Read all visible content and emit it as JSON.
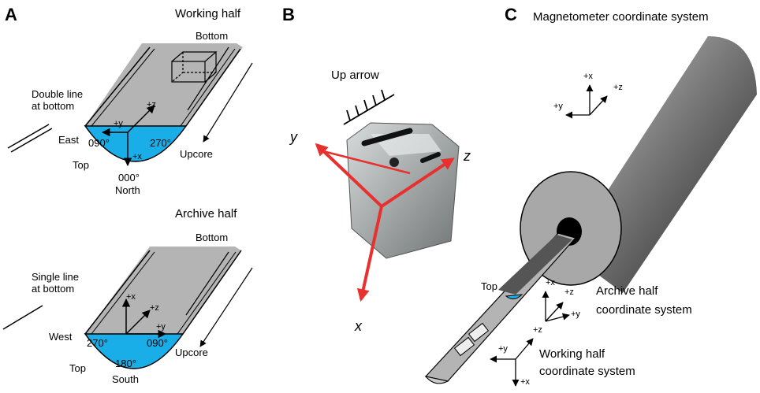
{
  "panels": {
    "a": {
      "letter": "A",
      "working": {
        "title": "Working half",
        "bottom": "Bottom",
        "line_note_1": "Double line",
        "line_note_2": "at bottom",
        "east": "East",
        "top": "Top",
        "deg_left": "090°",
        "deg_right": "270°",
        "deg_bottom": "000°",
        "north": "North",
        "upcore": "Upcore",
        "ax_z": "+z",
        "ax_y": "+y",
        "ax_x": "+x"
      },
      "archive": {
        "title": "Archive half",
        "bottom": "Bottom",
        "line_note_1": "Single line",
        "line_note_2": "at bottom",
        "west": "West",
        "top": "Top",
        "deg_left": "270°",
        "deg_right": "090°",
        "deg_bottom": "180°",
        "south": "South",
        "upcore": "Upcore",
        "ax_x": "+x",
        "ax_z": "+z",
        "ax_y": "+y"
      }
    },
    "b": {
      "letter": "B",
      "up_arrow": "Up arrow",
      "ax_y": "y",
      "ax_z": "z",
      "ax_x": "x"
    },
    "c": {
      "letter": "C",
      "title": "Magnetometer coordinate system",
      "mag_x": "+x",
      "mag_y": "+y",
      "mag_z": "+z",
      "top": "Top",
      "archive_1": "Archive half",
      "archive_2": "coordinate system",
      "arch_x": "+x",
      "arch_z": "+z",
      "arch_y": "+y",
      "working_1": "Working half",
      "working_2": "coordinate system",
      "work_z": "+z",
      "work_y": "+y",
      "work_x": "+x"
    }
  },
  "colors": {
    "core_blue": "#1aaee8",
    "core_gray": "#b4b4b4",
    "red_axis": "#e8302f",
    "cylinder_dark": "#3a3a3a"
  }
}
